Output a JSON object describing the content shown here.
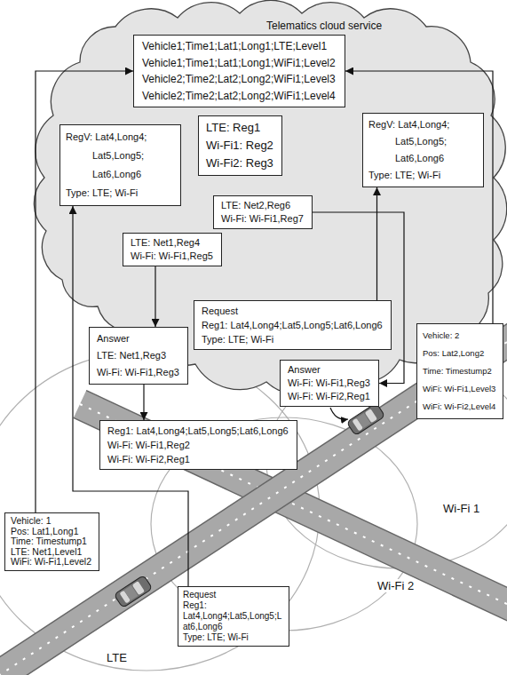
{
  "diagram": {
    "nodes": [
      {
        "text": [
          "Telematics cloud service"
        ]
      },
      {
        "text": [
          "Vehicle1;Time1;Lat1;Long1;LTE;Level1",
          "Vehicle1;Time1;Lat1;Long1;WiFi1;Level2",
          "Vehicle2;Time2;Lat2;Long2;WiFi1;Level3",
          "Vehicle2;Time2;Lat2;Long2;WiFi1;Level4"
        ],
        "in": 0
      },
      {
        "text": [
          "RegV: Lat4,Long4; Lat5,Long5; Lat6,Long6",
          "Type: LTE; Wi-Fi"
        ],
        "in": 0
      },
      {
        "text": [
          "LTE: Reg1",
          "Wi-Fi1: Reg2",
          "Wi-Fi2: Reg3"
        ],
        "in": 0
      },
      {
        "text": [
          "RegV: Lat4,Long4; Lat5,Long5; Lat6,Long6",
          "Type: LTE; Wi-Fi"
        ],
        "in": 0
      },
      {
        "text": [
          "LTE: Net2,Reg6",
          "Wi-Fi: Wi-Fi1,Reg7"
        ],
        "in": 0
      },
      {
        "text": [
          "LTE: Net1,Reg4",
          "Wi-Fi: Wi-Fi1,Reg5"
        ],
        "in": 0
      },
      {
        "text": [
          "Request",
          "Reg1: Lat4,Long4;Lat5,Long5;Lat6,Long6",
          "Type: LTE; Wi-Fi"
        ],
        "in": 0
      },
      {
        "text": [
          "Answer",
          "LTE: Net1,Reg3",
          "Wi-Fi: Wi-Fi1,Reg3"
        ]
      },
      {
        "text": [
          "Answer",
          "Wi-Fi: Wi-Fi1,Reg3",
          "Wi-Fi: Wi-Fi2,Reg1"
        ]
      },
      {
        "text": [
          "Vehicle: 2",
          "Pos: Lat2,Long2",
          "Time: Timestump2",
          "WiFi: Wi-Fi1,Level3",
          "WiFi: Wi-Fi2,Level4"
        ]
      },
      {
        "text": [
          "Reg1: Lat4,Long4;Lat5,Long5;Lat6,Long6",
          "Wi-Fi: Wi-Fi1,Reg2",
          "Wi-Fi: Wi-Fi2,Reg1"
        ]
      },
      {
        "text": [
          "Vehicle: 1",
          "Pos: Lat1,Long1",
          "Time: Timestump1",
          "LTE: Net1,Level1",
          "WiFi: Wi-Fi1,Level2"
        ]
      },
      {
        "text": [
          "Request",
          "Reg1: Lat4,Long4;Lat5,Long5;Lat6,Long6",
          "Type: LTE; Wi-Fi"
        ]
      }
    ],
    "edges": [
      {
        "from": 12,
        "to": 1,
        "arrow": "to"
      },
      {
        "from": 13,
        "to": 2,
        "arrow": "to"
      },
      {
        "from": 6,
        "to": 8,
        "arrow": "to"
      },
      {
        "from": 8,
        "to": 11,
        "arrow": "to"
      },
      {
        "from": 7,
        "to": 4,
        "arrow": "to"
      },
      {
        "from": 5,
        "to": 9,
        "arrow": "to"
      },
      {
        "from": 10,
        "to": 1,
        "arrow": "to"
      }
    ],
    "labels": [
      "Wi-Fi 1",
      "Wi-Fi 2",
      "LTE"
    ]
  }
}
